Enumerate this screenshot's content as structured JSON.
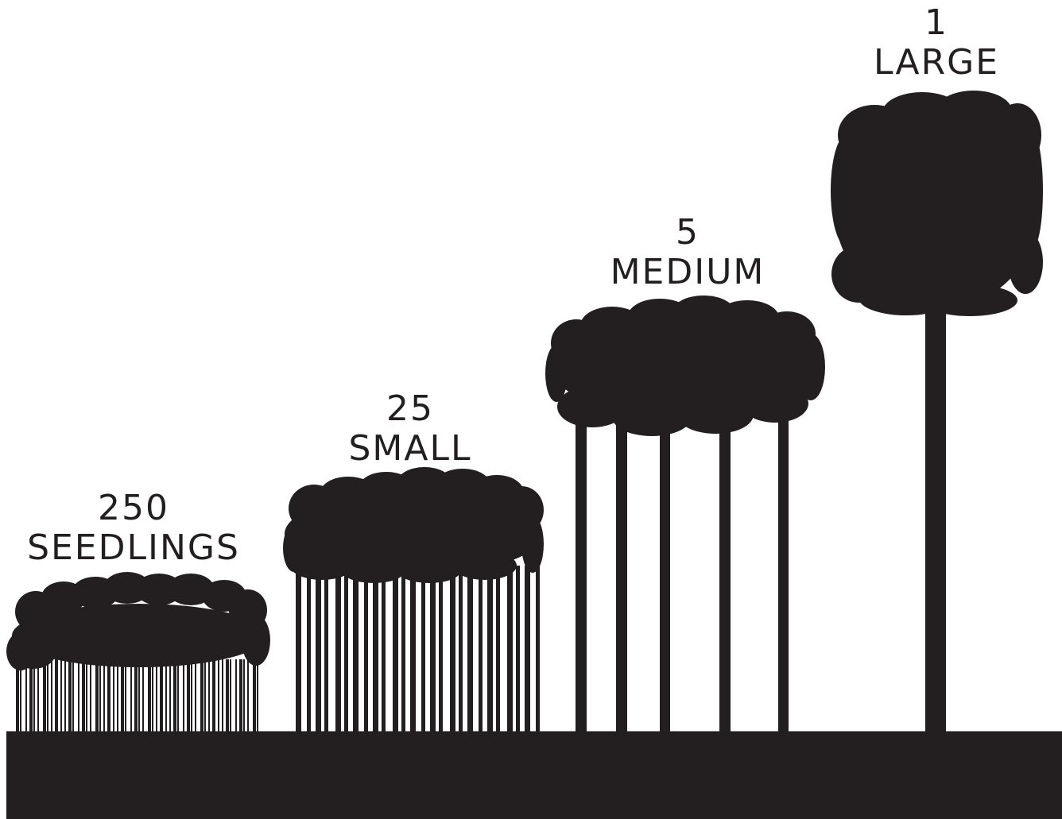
{
  "colors": {
    "silhouette": "#231f20",
    "background": "#ffffff"
  },
  "groups": [
    {
      "id": "seedlings",
      "count": "250",
      "label": "SEEDLINGS"
    },
    {
      "id": "small",
      "count": "25",
      "label": "SMALL"
    },
    {
      "id": "medium",
      "count": "5",
      "label": "MEDIUM"
    },
    {
      "id": "large",
      "count": "1",
      "label": "LARGE"
    }
  ]
}
